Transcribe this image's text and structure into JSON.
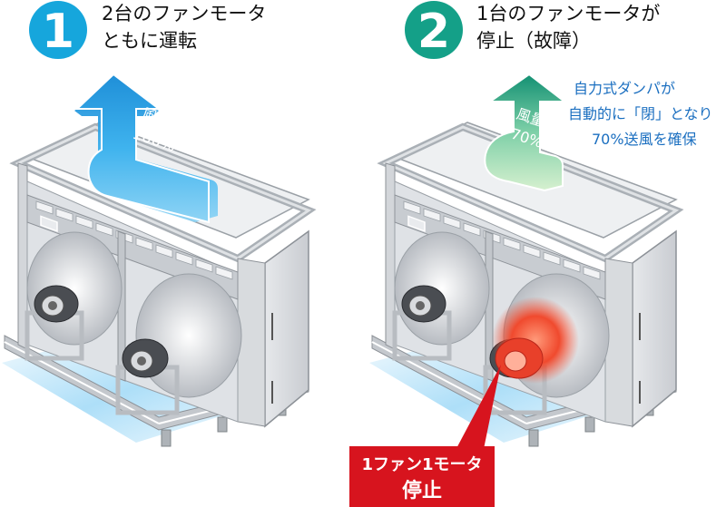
{
  "panels": [
    {
      "number": "1",
      "title_line1": "2台のファンモータ",
      "title_line2": "ともに運転",
      "arrow_label1": "風量",
      "arrow_label2": "100%",
      "badge_color": "#16a6dc",
      "arrow_color": "#2fa5e8"
    },
    {
      "number": "2",
      "title_line1": "1台のファンモータが",
      "title_line2": "停止（故障）",
      "arrow_label1": "風量",
      "arrow_label2": "70%",
      "badge_color": "#14a088",
      "arrow_color": "#1b9a78",
      "note_line1": "自力式ダンパが",
      "note_line2": "自動的に「閉」となり",
      "note_line3": "70%送風を確保",
      "note_color": "#1b6fc0",
      "callout_line1": "1ファン1モータ",
      "callout_line2": "停止",
      "callout_color": "#d7141e"
    }
  ]
}
